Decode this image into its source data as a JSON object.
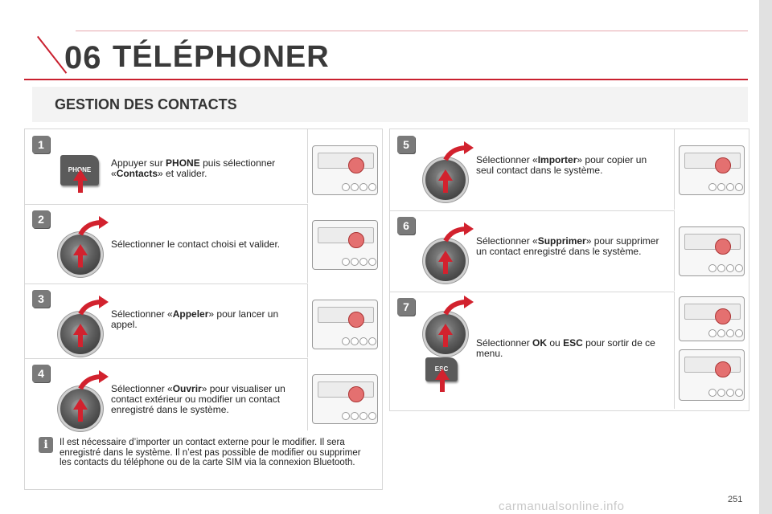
{
  "header": {
    "chapter_number": "06",
    "chapter_title": "TÉLÉPHONER"
  },
  "section": {
    "title": "GESTION DES CONTACTS"
  },
  "steps": [
    {
      "number": "1",
      "segments": [
        {
          "text": "Appuyer sur ",
          "bold": false
        },
        {
          "text": "PHONE",
          "bold": true
        },
        {
          "text": " puis sélectionner «",
          "bold": false
        },
        {
          "text": "Contacts",
          "bold": true
        },
        {
          "text": "» et valider.",
          "bold": false
        }
      ],
      "control": "phone-key",
      "key_label": "PHONE"
    },
    {
      "number": "2",
      "segments": [
        {
          "text": "Sélectionner le contact choisi et valider.",
          "bold": false
        }
      ],
      "control": "knob"
    },
    {
      "number": "3",
      "segments": [
        {
          "text": "Sélectionner «",
          "bold": false
        },
        {
          "text": "Appeler",
          "bold": true
        },
        {
          "text": "» pour lancer un appel.",
          "bold": false
        }
      ],
      "control": "knob"
    },
    {
      "number": "4",
      "segments": [
        {
          "text": "Sélectionner «",
          "bold": false
        },
        {
          "text": "Ouvrir",
          "bold": true
        },
        {
          "text": "» pour visualiser un contact extérieur ou modifier un contact enregistré dans le système.",
          "bold": false
        }
      ],
      "control": "knob"
    },
    {
      "number": "5",
      "segments": [
        {
          "text": "Sélectionner «",
          "bold": false
        },
        {
          "text": "Importer",
          "bold": true
        },
        {
          "text": "» pour copier un seul contact dans le système.",
          "bold": false
        }
      ],
      "control": "knob"
    },
    {
      "number": "6",
      "segments": [
        {
          "text": "Sélectionner «",
          "bold": false
        },
        {
          "text": "Supprimer",
          "bold": true
        },
        {
          "text": "» pour supprimer un contact enregistré dans le système.",
          "bold": false
        }
      ],
      "control": "knob"
    },
    {
      "number": "7",
      "segments": [
        {
          "text": "Sélectionner ",
          "bold": false
        },
        {
          "text": "OK",
          "bold": true
        },
        {
          "text": " ou ",
          "bold": false
        },
        {
          "text": "ESC",
          "bold": true
        },
        {
          "text": " pour sortir de ce menu.",
          "bold": false
        }
      ],
      "control": "knob-esc",
      "key_label": "ESC"
    }
  ],
  "info": {
    "icon": "info-icon",
    "text": "Il est nécessaire d’importer un contact externe pour le modifier. Il sera enregistré dans le système. Il n’est pas possible de modifier ou supprimer les contacts du téléphone ou de la carte SIM via la connexion Bluetooth."
  },
  "page_number": "251",
  "watermark": "carmanualsonline.info",
  "colors": {
    "accent": "#d2222e",
    "header_line": "#c9202f",
    "text": "#222222"
  }
}
